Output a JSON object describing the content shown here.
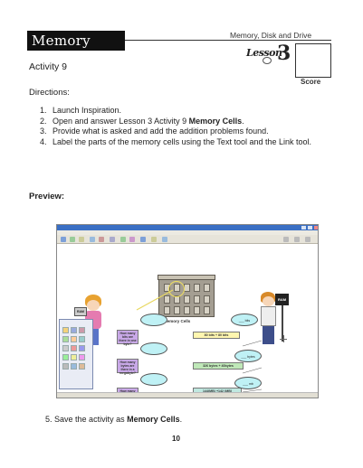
{
  "header": {
    "unit_title": "Memory, Disk and Drive",
    "title": "Memory Cells",
    "lesson_word": "Lesson",
    "lesson_number": "3",
    "score_label": "Score"
  },
  "activity": "Activity 9",
  "directions_label": "Directions:",
  "steps": [
    {
      "num": "1.",
      "text": "Launch Inspiration.",
      "bold": ""
    },
    {
      "num": "2.",
      "text": "Open and answer Lesson 3 Activity 9 ",
      "bold": "Memory Cells",
      "tail": "."
    },
    {
      "num": "3.",
      "text": "Provide what is asked and add the addition problems found.",
      "bold": ""
    },
    {
      "num": "4.",
      "text": "Label the parts of the memory cells using the Text tool and the Link tool.",
      "bold": ""
    }
  ],
  "preview_label": "Preview:",
  "screenshot": {
    "memory_cells_label": "Memory Cells",
    "ram_sign_left": "RAM",
    "ram_sign_right": "RAM",
    "bubbles": [
      {
        "text": "___ bits"
      },
      {
        "text": "___ bytes"
      },
      {
        "text": "___ mb"
      }
    ],
    "questions": [
      "How many bits are there in one byte?",
      "How many bytes are there in a megabyte?",
      "How many megabytes"
    ],
    "calcs": [
      "80 bits ÷ 80 bits",
      "326 bytes + 40bytes",
      "144(MB) +142 (MB)"
    ]
  },
  "step5": {
    "num": "5.",
    "text": "Save the activity as ",
    "bold": "Memory Cells",
    "tail": "."
  },
  "page_number": "10"
}
